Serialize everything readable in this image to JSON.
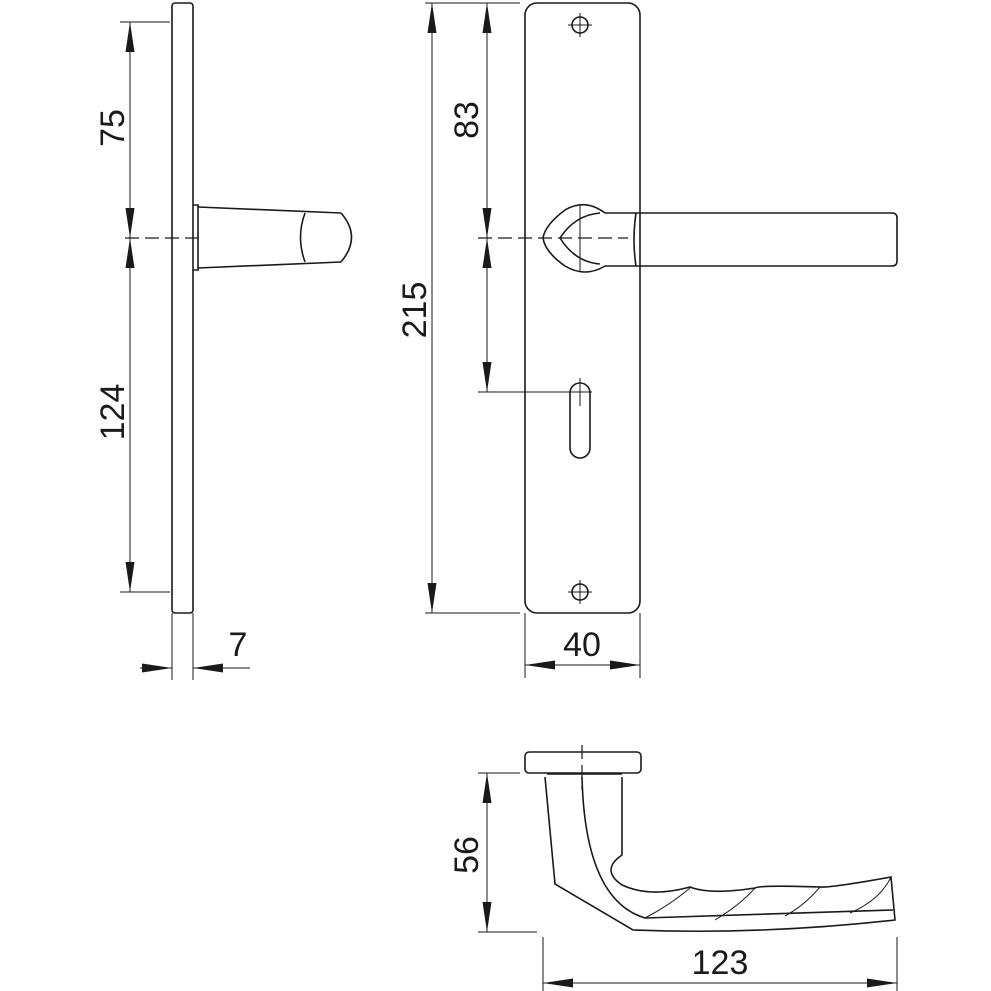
{
  "drawing": {
    "side_view": {
      "dim_upper": "75",
      "dim_lower": "124",
      "dim_thickness": "7"
    },
    "front_view": {
      "dim_height": "215",
      "dim_handle_offset": "83",
      "dim_width": "40"
    },
    "bottom_view": {
      "dim_projection": "56",
      "dim_length": "123"
    }
  }
}
